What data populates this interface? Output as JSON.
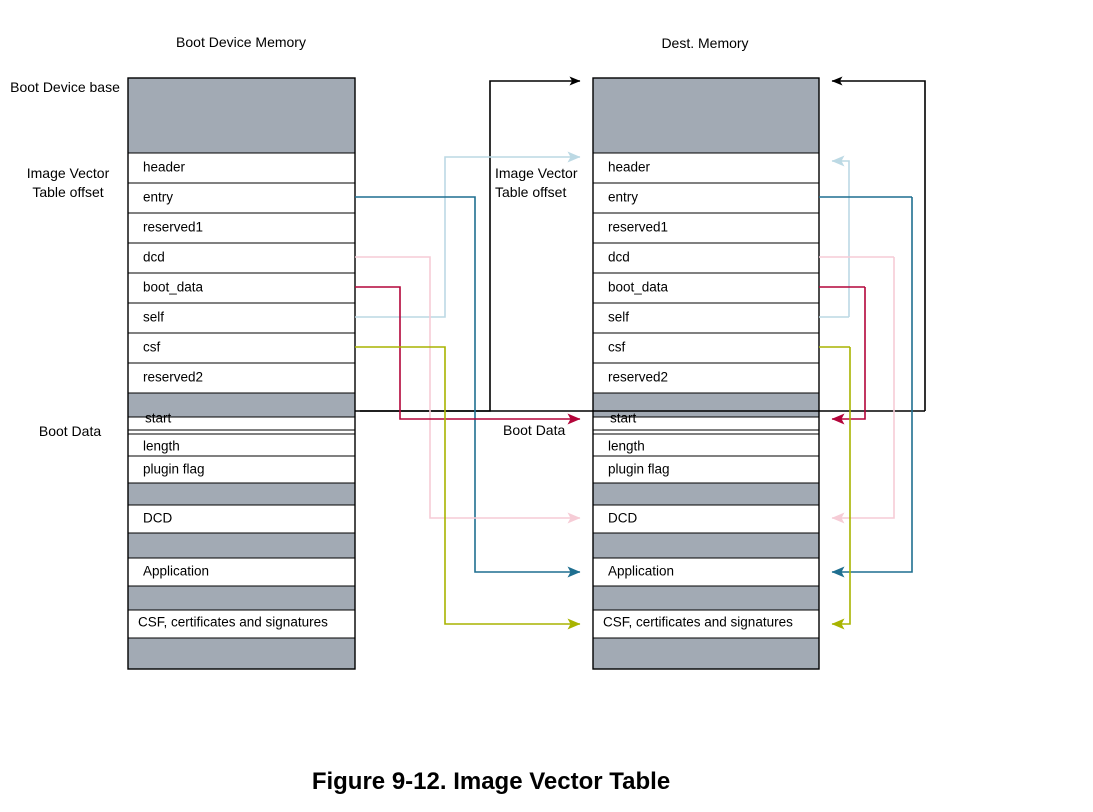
{
  "figure": {
    "caption": "Figure 9-12. Image Vector Table"
  },
  "columns": {
    "left": {
      "title": "Boot Device Memory"
    },
    "right": {
      "title": "Dest. Memory"
    }
  },
  "left_labels": {
    "base": "Boot Device base",
    "ivt_offset_line1": "Image Vector",
    "ivt_offset_line2": "Table offset",
    "boot_data": "Boot Data"
  },
  "middle_labels": {
    "ivt_offset_line1": "Image Vector",
    "ivt_offset_line2": "Table offset",
    "boot_data": "Boot Data"
  },
  "rows": {
    "filler": "",
    "ivt": [
      "header",
      "entry",
      "reserved1",
      "dcd",
      "boot_data",
      "self",
      "csf",
      "reserved2"
    ],
    "boot_data": [
      "start",
      "length",
      "plugin flag"
    ],
    "dcd": "DCD",
    "application": "Application",
    "csf": "CSF, certificates and signatures"
  },
  "colors": {
    "gray_fill": "#a2aab4",
    "outline": "#000000",
    "teal": "#1f6f90",
    "light_blue": "#bcd9e4",
    "pink": "#f6ccd6",
    "crimson": "#b3053a",
    "olive": "#a8b400",
    "black": "#000000"
  },
  "connections": [
    {
      "name": "entry-to-application",
      "color": "teal",
      "from_row": "entry",
      "to_row": "Application"
    },
    {
      "name": "dcd-to-DCD",
      "color": "pink",
      "from_row": "dcd",
      "to_row": "DCD"
    },
    {
      "name": "boot_data-to-start",
      "color": "crimson",
      "from_row": "boot_data",
      "to_row": "start"
    },
    {
      "name": "self-to-header",
      "color": "light_blue",
      "from_row": "self",
      "to_row": "header"
    },
    {
      "name": "csf-to-CSF",
      "color": "olive",
      "from_row": "csf",
      "to_row": "CSF, certificates and signatures"
    },
    {
      "name": "device-base-to-dest-top",
      "color": "black",
      "from_row": "Boot Device base",
      "to_row": "top of Dest. Memory"
    }
  ]
}
